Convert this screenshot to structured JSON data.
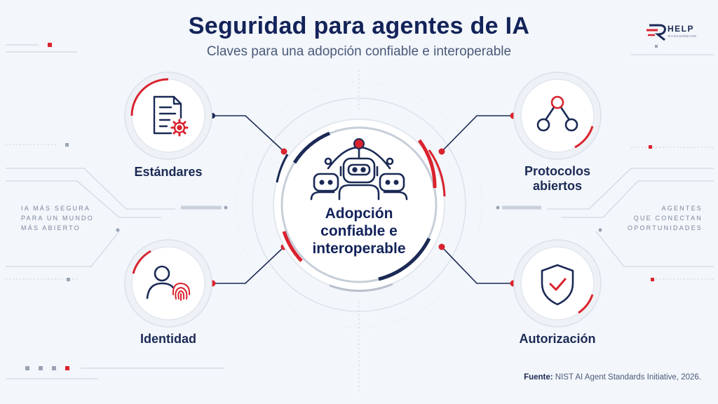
{
  "header": {
    "title": "Seguridad para agentes de IA",
    "subtitle": "Claves para una adopción confiable e interoperable"
  },
  "logo": {
    "word": "HELP",
    "sub": "RANSOMWARE"
  },
  "center": {
    "lines": [
      "Adopción",
      "confiable e",
      "interoperable"
    ]
  },
  "nodes": {
    "standards": {
      "label": "Estándares"
    },
    "protocols": {
      "lines": [
        "Protocolos",
        "abiertos"
      ]
    },
    "identity": {
      "label": "Identidad"
    },
    "authorization": {
      "label": "Autorización"
    }
  },
  "side_left": {
    "lines": [
      "IA MÁS SEGURA",
      "PARA UN MUNDO",
      "MÁS ABIERTO"
    ]
  },
  "side_right": {
    "lines": [
      "AGENTES",
      "QUE CONECTAN",
      "OPORTUNIDADES"
    ]
  },
  "source": {
    "label": "Fuente:",
    "text": "NIST AI Agent Standards Initiative, 2026."
  },
  "colors": {
    "navy": "#1b2a55",
    "red": "#d9232e",
    "gray": "#b8c0cc"
  }
}
